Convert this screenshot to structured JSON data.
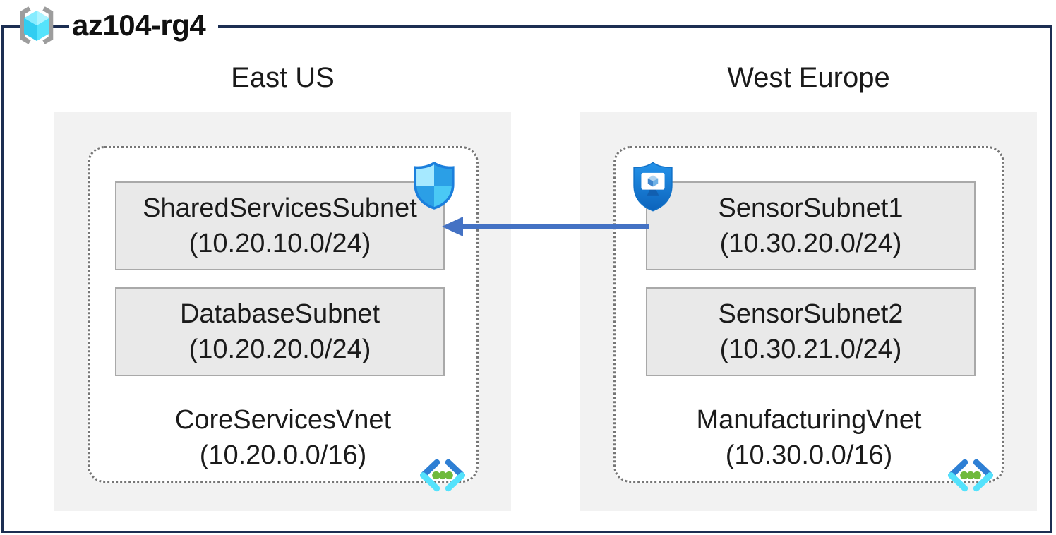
{
  "resource_group": {
    "name": "az104-rg4"
  },
  "regions": {
    "east": {
      "label": "East US",
      "vnet_name": "CoreServicesVnet",
      "vnet_cidr": "(10.20.0.0/16)",
      "subnet1_name": "SharedServicesSubnet",
      "subnet1_cidr": "(10.20.10.0/24)",
      "subnet2_name": "DatabaseSubnet",
      "subnet2_cidr": "(10.20.20.0/24)"
    },
    "west": {
      "label": "West Europe",
      "vnet_name": "ManufacturingVnet",
      "vnet_cidr": "(10.30.0.0/16)",
      "subnet1_name": "SensorSubnet1",
      "subnet1_cidr": "(10.30.20.0/24)",
      "subnet2_name": "SensorSubnet2",
      "subnet2_cidr": "(10.30.21.0/24)"
    }
  },
  "connection": {
    "from": "SensorSubnet1",
    "to": "SharedServicesSubnet",
    "direction": "right-to-left",
    "color": "#4472C4"
  },
  "icons": {
    "resource_group": "resource-group-icon",
    "network_security_group": "network-security-group-shield-icon",
    "application_security_group": "application-security-group-shield-icon",
    "virtual_network": "virtual-network-icon"
  },
  "colors": {
    "frame": "#1C2E52",
    "region_fill": "#F2F2F2",
    "subnet_fill": "#E9E9E9",
    "subnet_border": "#A9A9A9",
    "vnet_dotted_border": "#767676",
    "arrow": "#4472C4",
    "azure_blue": "#2B9FE6",
    "azure_cyan": "#50E6FF",
    "vnet_dot_green": "#6FBA3C"
  }
}
